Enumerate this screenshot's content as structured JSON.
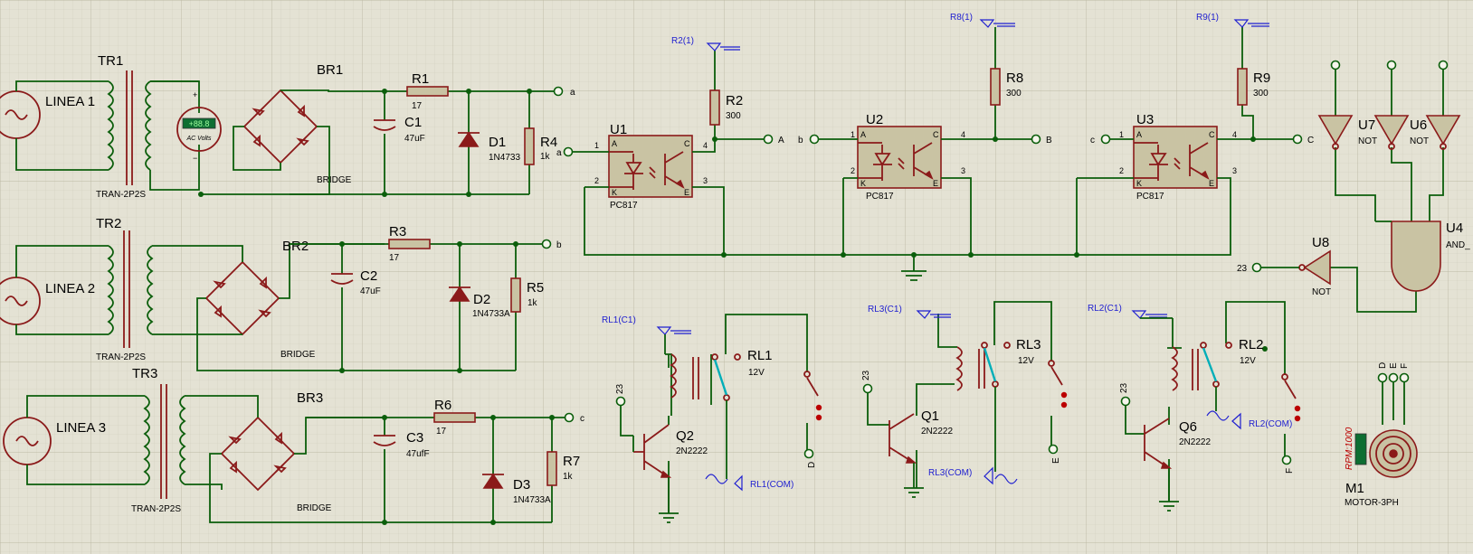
{
  "transformers": [
    {
      "ref": "TR1",
      "model": "TRAN-2P2S"
    },
    {
      "ref": "TR2",
      "model": "TRAN-2P2S"
    },
    {
      "ref": "TR3",
      "model": "TRAN-2P2S"
    }
  ],
  "sources": [
    "LINEA 1",
    "LINEA 2",
    "LINEA 3"
  ],
  "voltmeter": {
    "reading": "+88.8",
    "unit": "AC Volts"
  },
  "bridges": [
    {
      "ref": "BR1",
      "model": "BRIDGE"
    },
    {
      "ref": "BR2",
      "model": "BRIDGE"
    },
    {
      "ref": "BR3",
      "model": "BRIDGE"
    }
  ],
  "capacitors": [
    {
      "ref": "C1",
      "value": "47uF"
    },
    {
      "ref": "C2",
      "value": "47uF"
    },
    {
      "ref": "C3",
      "value": "47ufF"
    }
  ],
  "resistors": [
    {
      "ref": "R1",
      "value": "17"
    },
    {
      "ref": "R3",
      "value": "17"
    },
    {
      "ref": "R6",
      "value": "17"
    },
    {
      "ref": "R4",
      "value": "1k"
    },
    {
      "ref": "R5",
      "value": "1k"
    },
    {
      "ref": "R7",
      "value": "1k"
    },
    {
      "ref": "R2",
      "value": "300"
    },
    {
      "ref": "R8",
      "value": "300"
    },
    {
      "ref": "R9",
      "value": "300"
    }
  ],
  "diodes": [
    {
      "ref": "D1",
      "model": "1N4733"
    },
    {
      "ref": "D2",
      "model": "1N4733A"
    },
    {
      "ref": "D3",
      "model": "1N4733A"
    }
  ],
  "optocouplers": [
    {
      "ref": "U1",
      "model": "PC817"
    },
    {
      "ref": "U2",
      "model": "PC817"
    },
    {
      "ref": "U3",
      "model": "PC817"
    }
  ],
  "gates": [
    {
      "ref": "U7",
      "type": "NOT"
    },
    {
      "ref": "U6",
      "type": "NOT"
    },
    {
      "ref": "U8",
      "type": "NOT"
    },
    {
      "ref": "U4",
      "type": "AND_"
    }
  ],
  "transistors": [
    {
      "ref": "Q2",
      "model": "2N2222"
    },
    {
      "ref": "Q1",
      "model": "2N2222"
    },
    {
      "ref": "Q6",
      "model": "2N2222"
    }
  ],
  "relays": [
    {
      "ref": "RL1",
      "value": "12V",
      "coil_label": "RL1(C1)",
      "com_label": "RL1(COM)"
    },
    {
      "ref": "RL3",
      "value": "12V",
      "coil_label": "RL3(C1)",
      "com_label": "RL3(COM)"
    },
    {
      "ref": "RL2",
      "value": "12V",
      "coil_label": "RL2(C1)",
      "com_label": "RL2(COM)"
    }
  ],
  "motor": {
    "ref": "M1",
    "model": "MOTOR-3PH",
    "rpm": "RPM:1000",
    "pins": [
      "D",
      "E",
      "F"
    ]
  },
  "net_labels": {
    "a": "a",
    "b": "b",
    "c": "c",
    "A": "A",
    "B": "B",
    "C": "C",
    "r2": "R2(1)",
    "r8": "R8(1)",
    "r9": "R9(1)",
    "n23": "23",
    "D": "D",
    "E": "E",
    "F": "F"
  },
  "pin_numbers": {
    "p1": "1",
    "p2": "2",
    "p3": "3",
    "p4": "4",
    "pA": "A",
    "pK": "K",
    "pC": "C",
    "pE": "E"
  },
  "colors": {
    "wire": "#0b5e0b",
    "component": "#8b1a1a",
    "background": "#e4e2d4",
    "probe": "#1f1fd0",
    "relay_contact": "#00aeb8"
  }
}
